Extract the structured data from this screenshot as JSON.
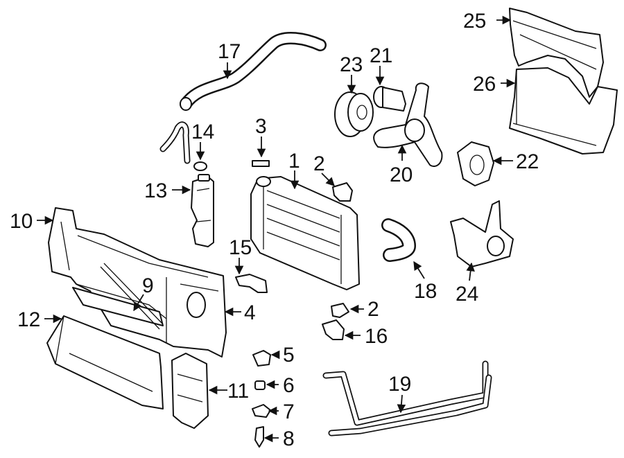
{
  "callouts": [
    {
      "id": "1",
      "text": "1"
    },
    {
      "id": "2a",
      "text": "2"
    },
    {
      "id": "2b",
      "text": "2"
    },
    {
      "id": "3",
      "text": "3"
    },
    {
      "id": "4",
      "text": "4"
    },
    {
      "id": "5",
      "text": "5"
    },
    {
      "id": "6",
      "text": "6"
    },
    {
      "id": "7",
      "text": "7"
    },
    {
      "id": "8",
      "text": "8"
    },
    {
      "id": "9",
      "text": "9"
    },
    {
      "id": "10",
      "text": "10"
    },
    {
      "id": "11",
      "text": "11"
    },
    {
      "id": "12",
      "text": "12"
    },
    {
      "id": "13",
      "text": "13"
    },
    {
      "id": "14",
      "text": "14"
    },
    {
      "id": "15",
      "text": "15"
    },
    {
      "id": "16",
      "text": "16"
    },
    {
      "id": "17",
      "text": "17"
    },
    {
      "id": "18",
      "text": "18"
    },
    {
      "id": "19",
      "text": "19"
    },
    {
      "id": "20",
      "text": "20"
    },
    {
      "id": "21",
      "text": "21"
    },
    {
      "id": "22",
      "text": "22"
    },
    {
      "id": "23",
      "text": "23"
    },
    {
      "id": "24",
      "text": "24"
    },
    {
      "id": "25",
      "text": "25"
    },
    {
      "id": "26",
      "text": "26"
    }
  ]
}
